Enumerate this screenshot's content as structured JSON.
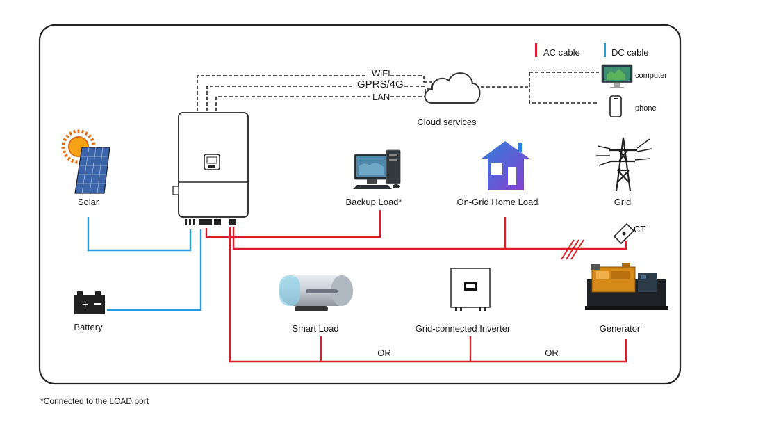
{
  "legend": {
    "ac_cable": "AC cable",
    "dc_cable": "DC cable",
    "ac_color": "#d8202a",
    "dc_color": "#2b9bd6"
  },
  "connectivity": {
    "wifi": "WiFI",
    "gprs": "GPRS/4G",
    "lan": "LAN",
    "cloud": "Cloud services",
    "computer": "computer",
    "phone": "phone"
  },
  "components": {
    "solar": "Solar",
    "battery": "Battery",
    "backup_load": "Backup Load*",
    "home_load": "On-Grid Home Load",
    "grid": "Grid",
    "ct": "CT",
    "smart_load": "Smart Load",
    "grid_inverter": "Grid-connected Inverter",
    "generator": "Generator",
    "or_left": "OR",
    "or_right": "OR"
  },
  "footnote": "*Connected to the LOAD port",
  "icons": [
    "sun-icon",
    "solar-panel-icon",
    "battery-icon",
    "inverter-icon",
    "cloud-icon",
    "computer-icon",
    "phone-icon",
    "desktop-pc-icon",
    "house-icon",
    "transmission-tower-icon",
    "ct-clamp-icon",
    "water-heater-icon",
    "grid-inverter-icon",
    "generator-icon"
  ]
}
